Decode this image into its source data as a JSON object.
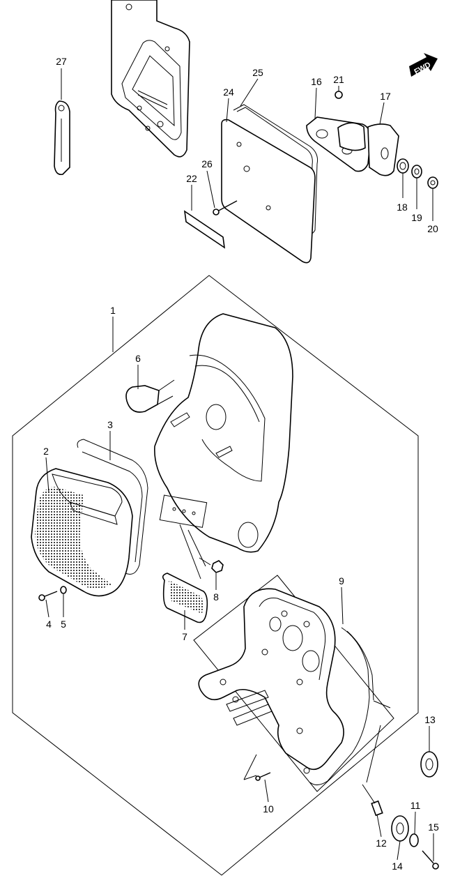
{
  "fwd_label": "FWD",
  "labels": {
    "p1": "1",
    "p2": "2",
    "p3": "3",
    "p4": "4",
    "p5": "5",
    "p6": "6",
    "p7": "7",
    "p8": "8",
    "p9": "9",
    "p10": "10",
    "p11": "11",
    "p12": "12",
    "p13": "13",
    "p14": "14",
    "p15": "15",
    "p16": "16",
    "p17": "17",
    "p18": "18",
    "p19": "19",
    "p20": "20",
    "p21": "21",
    "p22": "22",
    "p24": "24",
    "p25": "25",
    "p26": "26",
    "p27": "27"
  }
}
